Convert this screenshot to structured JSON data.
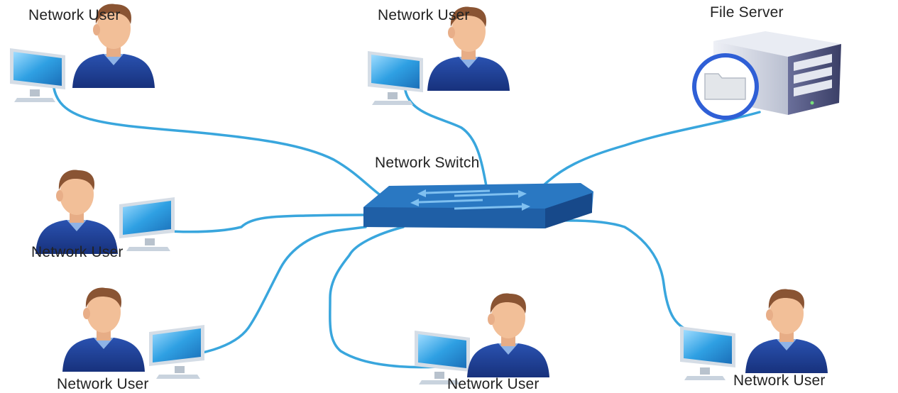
{
  "colors": {
    "cable": "#39a6dd",
    "switch_top": "#2a78c2",
    "switch_front": "#1f5fa6",
    "shirt": "#1d3f98",
    "skin": "#f2bf98",
    "hair": "#8a5433",
    "screen": "#2fa0e3",
    "monitor_frame": "#c9d3de",
    "server_body": "#d6dbe6",
    "server_dark": "#4b4f78",
    "folder_ring": "#2f5fd6",
    "text": "#222222"
  },
  "diagram": {
    "switch": {
      "label": "Network Switch",
      "icon": "network-switch-icon"
    },
    "server": {
      "label": "File Server",
      "icon": "file-server-icon"
    },
    "users": [
      {
        "label": "Network User",
        "icon": "user-workstation-icon"
      },
      {
        "label": "Network User",
        "icon": "user-workstation-icon"
      },
      {
        "label": "Network User",
        "icon": "user-workstation-icon"
      },
      {
        "label": "Network User",
        "icon": "user-workstation-icon"
      },
      {
        "label": "Network User",
        "icon": "user-workstation-icon"
      },
      {
        "label": "Network User",
        "icon": "user-workstation-icon"
      }
    ]
  }
}
